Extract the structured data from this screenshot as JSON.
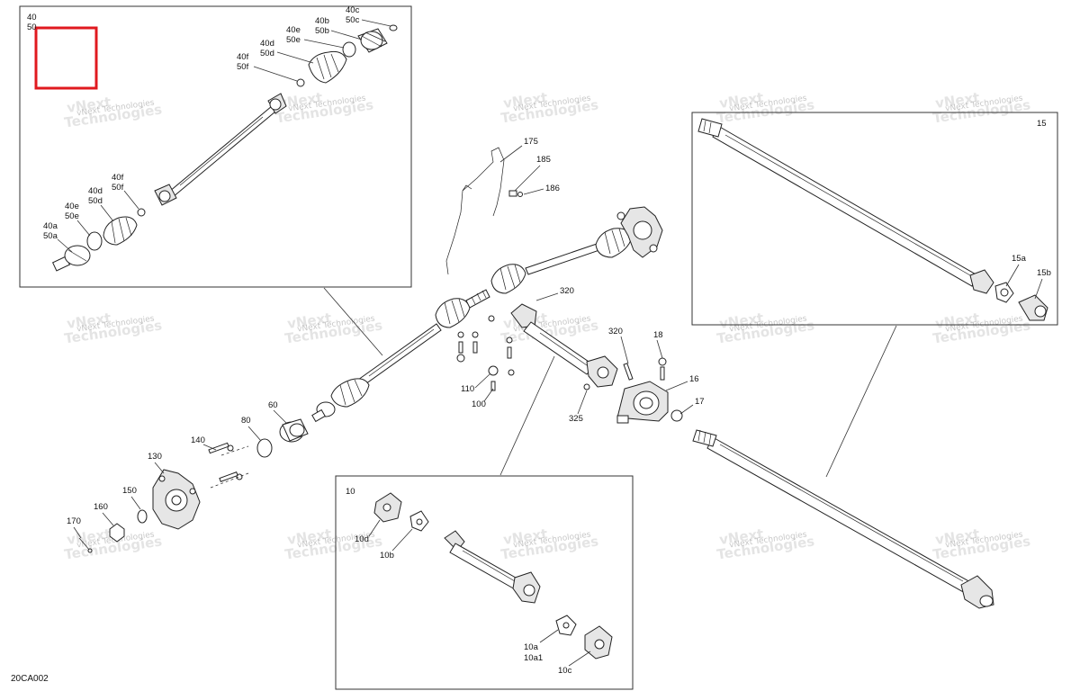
{
  "diagram_code": "20CA002",
  "highlight_color": "#e0191f",
  "watermark": {
    "line1": "vNext",
    "line2": "Technologies",
    "inline": "vNext Technologies"
  },
  "labels": {
    "l40": "40",
    "l50": "50",
    "l40c": "40c",
    "l50c": "50c",
    "l40b": "40b",
    "l50b": "50b",
    "l40e_top": "40e",
    "l50e_top": "50e",
    "l40d_top": "40d",
    "l50d_top": "50d",
    "l40f_top": "40f",
    "l50f_top": "50f",
    "l40f_bot": "40f",
    "l50f_bot": "50f",
    "l40d_bot": "40d",
    "l50d_bot": "50d",
    "l40e_bot": "40e",
    "l50e_bot": "50e",
    "l40a": "40a",
    "l50a": "50a",
    "l175": "175",
    "l185": "185",
    "l186": "186",
    "l320a": "320",
    "l320b": "320",
    "l18": "18",
    "l16": "16",
    "l17": "17",
    "l110": "110",
    "l100": "100",
    "l325": "325",
    "l15": "15",
    "l15a": "15a",
    "l15b": "15b",
    "l60": "60",
    "l80": "80",
    "l140": "140",
    "l130": "130",
    "l150": "150",
    "l160": "160",
    "l170": "170",
    "l10": "10",
    "l10d": "10d",
    "l10b": "10b",
    "l10a": "10a",
    "l10a1": "10a1",
    "l10c": "10c"
  }
}
